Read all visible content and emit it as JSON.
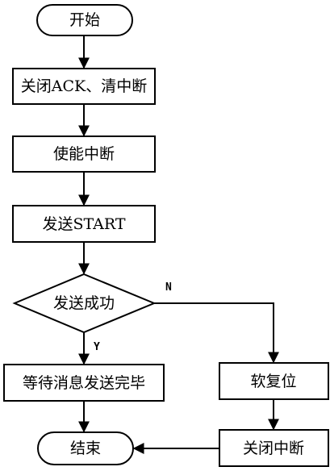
{
  "nodes": {
    "start": {
      "label": "开始",
      "shape": "terminator"
    },
    "close_ack": {
      "label": "关闭ACK、清中断",
      "shape": "process"
    },
    "enable_int": {
      "label": "使能中断",
      "shape": "process"
    },
    "send_start": {
      "label": "发送START",
      "shape": "process"
    },
    "send_ok": {
      "label": "发送成功",
      "shape": "decision"
    },
    "wait_done": {
      "label": "等待消息发送完毕",
      "shape": "process"
    },
    "soft_reset": {
      "label": "软复位",
      "shape": "process"
    },
    "close_int": {
      "label": "关闭中断",
      "shape": "process"
    },
    "end": {
      "label": "结束",
      "shape": "terminator"
    }
  },
  "edges": {
    "yes_label": "Y",
    "no_label": "N"
  },
  "colors": {
    "stroke": "#000000",
    "fill": "#ffffff",
    "text": "#000000"
  }
}
